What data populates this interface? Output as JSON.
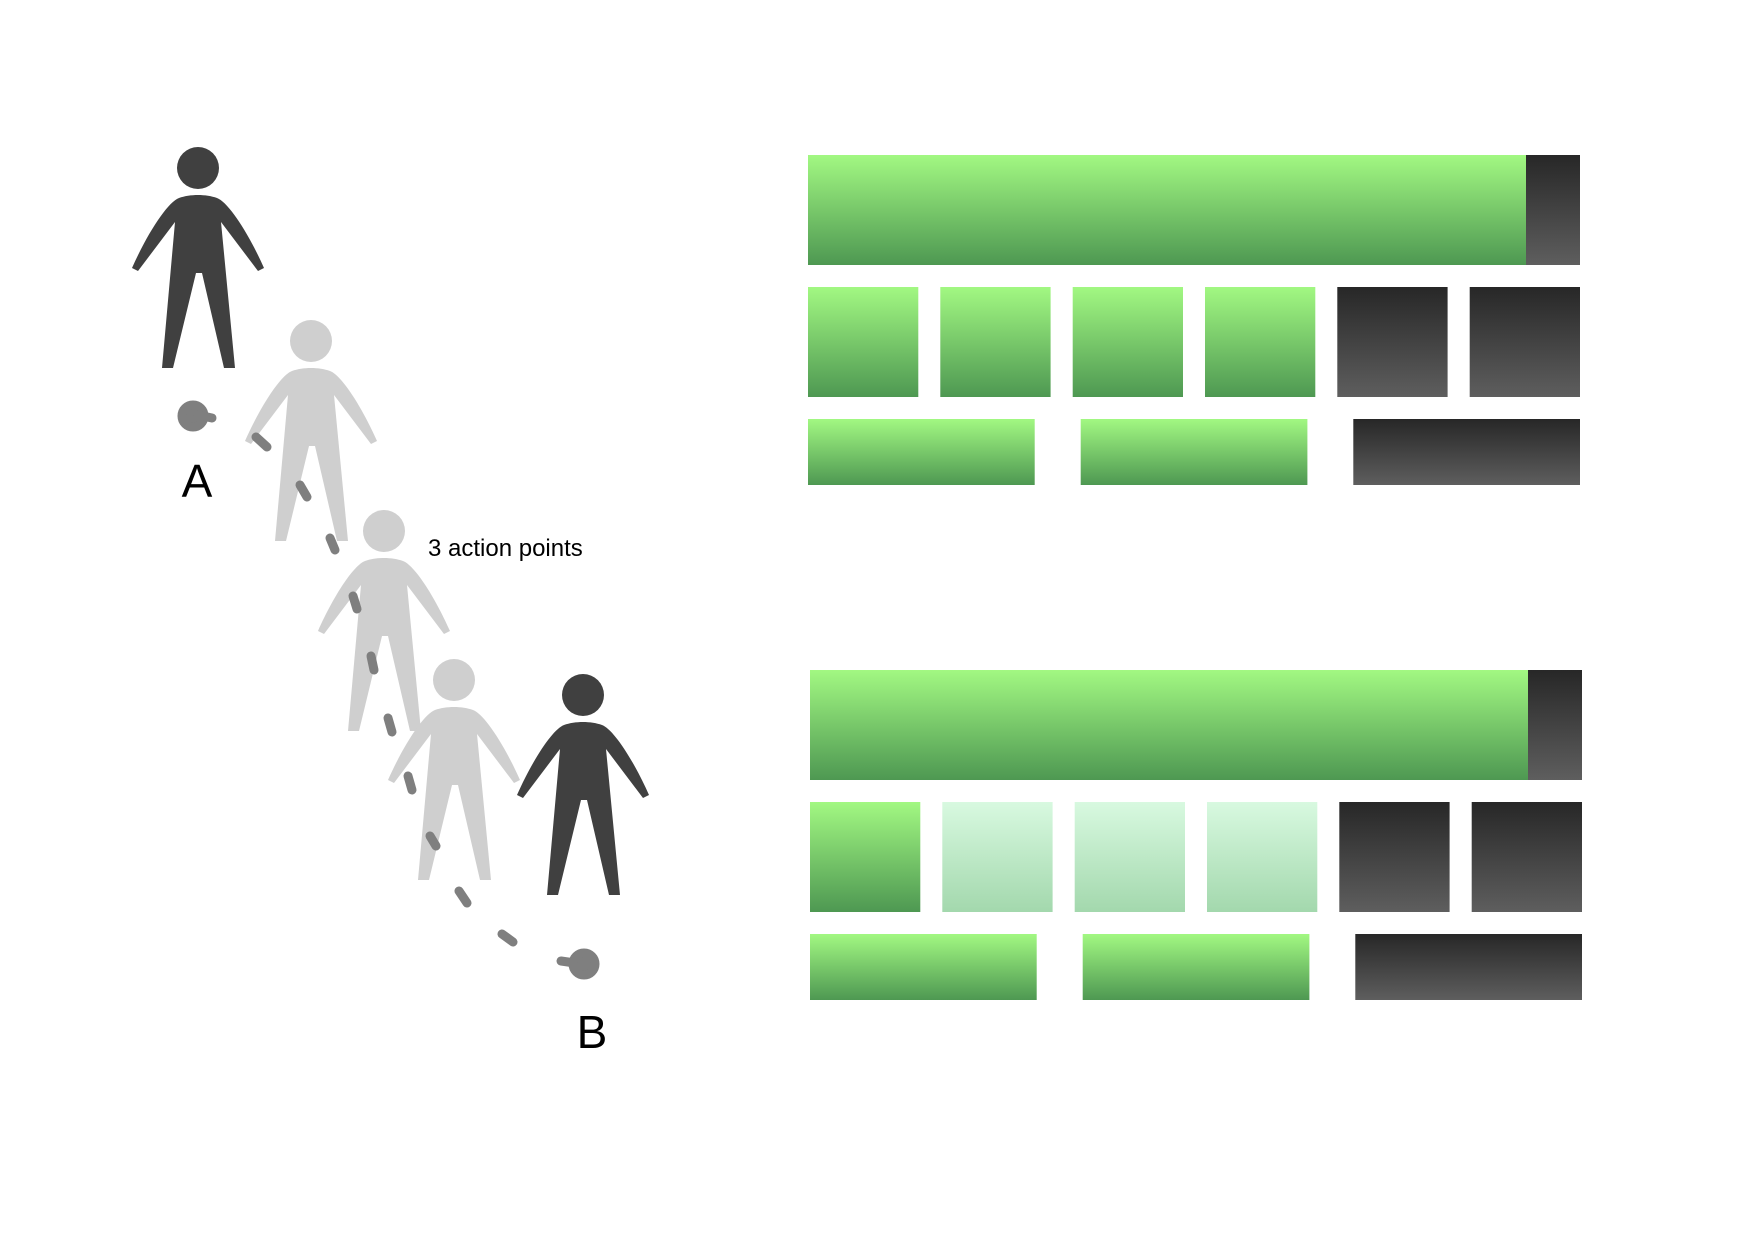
{
  "movement": {
    "start_label": "A",
    "end_label": "B",
    "caption": "3 action points"
  },
  "panels": [
    {
      "id": "before",
      "health_fraction": 0.93,
      "action_points": [
        "full",
        "full",
        "full",
        "full",
        "empty",
        "empty"
      ],
      "abilities": [
        "ready",
        "ready",
        "empty"
      ]
    },
    {
      "id": "after",
      "health_fraction": 0.93,
      "action_points": [
        "full",
        "spent",
        "spent",
        "spent",
        "empty",
        "empty"
      ],
      "abilities": [
        "ready",
        "ready",
        "empty"
      ]
    }
  ],
  "colors": {
    "figure_dark": "#404040",
    "figure_ghost": "#cfcfcf",
    "footstep": "#7f7f7f",
    "green_top": "#a2f882",
    "green_bottom": "#4e9852",
    "pale_green_top": "#d8f9e0",
    "pale_green_bottom": "#a3d8ad",
    "dark_top": "#272727",
    "dark_bottom": "#5e5e5e"
  }
}
